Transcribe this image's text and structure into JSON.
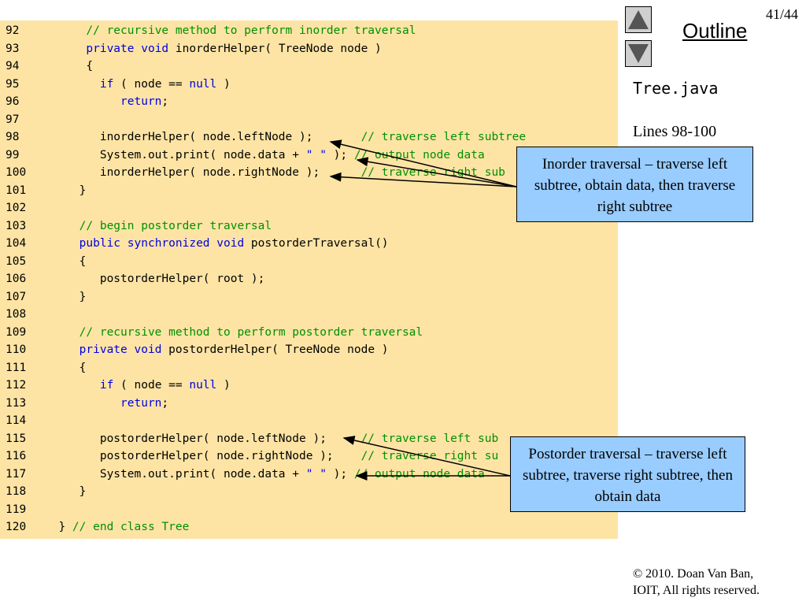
{
  "slide": {
    "page_number": "41/44",
    "outline_title": "Outline",
    "file_name": "Tree.java",
    "lines_ref": "Lines 98-100",
    "copyright_line1": "© 2010.  Doan Van Ban,",
    "copyright_line2": "IOIT, All rights reserved."
  },
  "nav": {
    "up_icon": "triangle-up-icon",
    "down_icon": "triangle-down-icon"
  },
  "callouts": {
    "inorder": "Inorder traversal – traverse left subtree, obtain data, then traverse right subtree",
    "postorder": "Postorder traversal – traverse left subtree, traverse right subtree, then obtain data"
  },
  "code_lines": [
    {
      "n": "92",
      "tokens": [
        [
          "",
          "      "
        ],
        [
          "cm",
          "// recursive method to perform inorder traversal"
        ]
      ]
    },
    {
      "n": "93",
      "tokens": [
        [
          "",
          "      "
        ],
        [
          "kw",
          "private"
        ],
        [
          "",
          " "
        ],
        [
          "kw",
          "void"
        ],
        [
          "",
          " inorderHelper( TreeNode node )"
        ]
      ]
    },
    {
      "n": "94",
      "tokens": [
        [
          "",
          "      {"
        ]
      ]
    },
    {
      "n": "95",
      "tokens": [
        [
          "",
          "        "
        ],
        [
          "kw",
          "if"
        ],
        [
          "",
          " ( node == "
        ],
        [
          "kw",
          "null"
        ],
        [
          "",
          " )"
        ]
      ]
    },
    {
      "n": "96",
      "tokens": [
        [
          "",
          "           "
        ],
        [
          "kw",
          "return"
        ],
        [
          "",
          ";"
        ]
      ]
    },
    {
      "n": "97",
      "tokens": []
    },
    {
      "n": "98",
      "tokens": [
        [
          "",
          "        inorderHelper( node.leftNode );       "
        ],
        [
          "cm",
          "// traverse left subtree"
        ]
      ]
    },
    {
      "n": "99",
      "tokens": [
        [
          "",
          "        System.out.print( node.data + "
        ],
        [
          "st",
          "\" \""
        ],
        [
          "",
          " ); "
        ],
        [
          "cm",
          "// output node data"
        ]
      ]
    },
    {
      "n": "100",
      "tokens": [
        [
          "",
          "        inorderHelper( node.rightNode );      "
        ],
        [
          "cm",
          "// traverse right sub"
        ]
      ]
    },
    {
      "n": "101",
      "tokens": [
        [
          "",
          "     }"
        ]
      ]
    },
    {
      "n": "102",
      "tokens": []
    },
    {
      "n": "103",
      "tokens": [
        [
          "",
          "     "
        ],
        [
          "cm",
          "// begin postorder traversal"
        ]
      ]
    },
    {
      "n": "104",
      "tokens": [
        [
          "",
          "     "
        ],
        [
          "kw",
          "public"
        ],
        [
          "",
          " "
        ],
        [
          "kw",
          "synchronized"
        ],
        [
          "",
          " "
        ],
        [
          "kw",
          "void"
        ],
        [
          "",
          " postorderTraversal()"
        ]
      ]
    },
    {
      "n": "105",
      "tokens": [
        [
          "",
          "     {"
        ]
      ]
    },
    {
      "n": "106",
      "tokens": [
        [
          "",
          "        postorderHelper( root );"
        ]
      ]
    },
    {
      "n": "107",
      "tokens": [
        [
          "",
          "     }"
        ]
      ]
    },
    {
      "n": "108",
      "tokens": []
    },
    {
      "n": "109",
      "tokens": [
        [
          "",
          "     "
        ],
        [
          "cm",
          "// recursive method to perform postorder traversal"
        ]
      ]
    },
    {
      "n": "110",
      "tokens": [
        [
          "",
          "     "
        ],
        [
          "kw",
          "private"
        ],
        [
          "",
          " "
        ],
        [
          "kw",
          "void"
        ],
        [
          "",
          " postorderHelper( TreeNode node )"
        ]
      ]
    },
    {
      "n": "111",
      "tokens": [
        [
          "",
          "     {"
        ]
      ]
    },
    {
      "n": "112",
      "tokens": [
        [
          "",
          "        "
        ],
        [
          "kw",
          "if"
        ],
        [
          "",
          " ( node == "
        ],
        [
          "kw",
          "null"
        ],
        [
          "",
          " )"
        ]
      ]
    },
    {
      "n": "113",
      "tokens": [
        [
          "",
          "           "
        ],
        [
          "kw",
          "return"
        ],
        [
          "",
          ";"
        ]
      ]
    },
    {
      "n": "114",
      "tokens": []
    },
    {
      "n": "115",
      "tokens": [
        [
          "",
          "        postorderHelper( node.leftNode );     "
        ],
        [
          "cm",
          "// traverse left sub"
        ]
      ]
    },
    {
      "n": "116",
      "tokens": [
        [
          "",
          "        postorderHelper( node.rightNode );    "
        ],
        [
          "cm",
          "// traverse right su"
        ]
      ]
    },
    {
      "n": "117",
      "tokens": [
        [
          "",
          "        System.out.print( node.data + "
        ],
        [
          "st",
          "\" \""
        ],
        [
          "",
          " ); "
        ],
        [
          "cm",
          "// output node data"
        ]
      ]
    },
    {
      "n": "118",
      "tokens": [
        [
          "",
          "     }"
        ]
      ]
    },
    {
      "n": "119",
      "tokens": []
    },
    {
      "n": "120",
      "tokens": [
        [
          "",
          "  } "
        ],
        [
          "cm",
          "// end class Tree"
        ]
      ]
    }
  ]
}
